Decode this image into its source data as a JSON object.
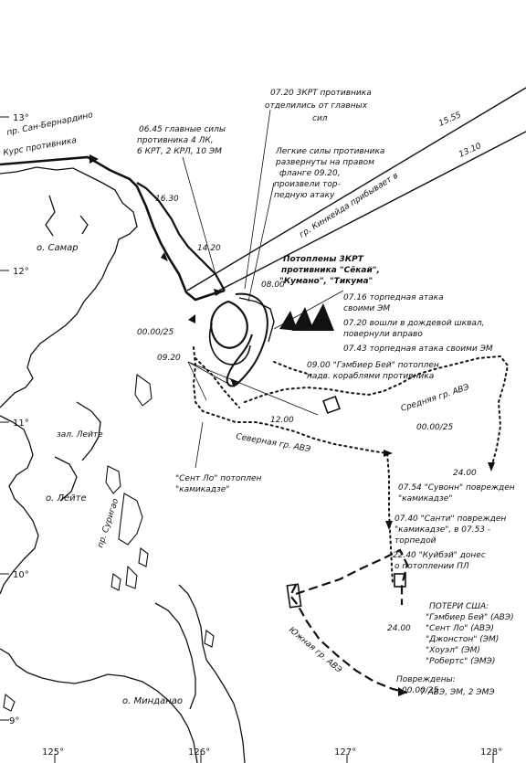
{
  "title": "",
  "latitudes": [
    "13°",
    "12°",
    "11°",
    "10°",
    "9°"
  ],
  "longitudes": [
    "125°",
    "126°",
    "127°",
    "128°"
  ],
  "places": {
    "samar": "о. Самар",
    "leyte": "о. Лейте",
    "leyte_gulf": "зал. Лейте",
    "mindanao": "о. Минданао",
    "surigao": "пр. Суригао",
    "san_bernardino": "пр. Сан-Бернардино",
    "enemy_course": "Курс противника"
  },
  "groups": {
    "kinkaid": "гр. Кинкейда прибывает в",
    "middle": "Средняя гр. АВЭ",
    "north": "Северная гр. АВЭ",
    "south": "Южная гр. АВЭ"
  },
  "times": {
    "t1555": "15.55",
    "t1310": "13.10",
    "t1630": "16.30",
    "t1420": "14.20",
    "t0800": "08.00",
    "t0000a": "00.00/25",
    "t0920": "09.20",
    "t1200": "12.00",
    "t0000b": "00.00/25",
    "t2400a": "24.00",
    "t2400b": "24.00",
    "t0000c": "00.00/25"
  },
  "notes": {
    "main_forces": [
      "06.45 главные силы",
      "противника 4 ЛК,",
      "6 КРТ, 2 КРЛ, 10 ЭМ"
    ],
    "detached": [
      "07.20 3КРТ противника",
      "отделились от главных",
      "сил"
    ],
    "light_forces": [
      "Легкие силы противника",
      "развернуты на правом",
      "фланге 09.20,",
      "произвели тор-",
      "педную атаку"
    ],
    "sunk_cruisers": [
      "Потоплены 3КРТ",
      "противника \"Сёкай\",",
      "\"Кумано\", \"Тикума\""
    ],
    "at0716": [
      "07.16 торпедная атака",
      "своими ЭМ"
    ],
    "at0720": [
      "07.20 вошли в дождевой шквал,",
      "повернули вправо"
    ],
    "at0743": [
      "07.43 торпедная атака своими ЭМ"
    ],
    "gambier": [
      "09.00 \"Гэмбиер Бей\" потоплен",
      "надв. кораблями противника"
    ],
    "stlo": [
      "\"Сент Ло\" потоплен",
      "\"камикадзе\""
    ],
    "suwannee": [
      "07.54 \"Сувонн\" поврежден",
      "\"камикадзе\""
    ],
    "santee": [
      "07.40 \"Санти\" поврежден",
      "\"камикадзе\", в 07.53 -",
      "торпедой"
    ],
    "kitkun": [
      "22.40 \"Куйбэй\" донес",
      "о потоплении ПЛ"
    ]
  },
  "losses": {
    "title": "ПОТЕРИ США:",
    "items": [
      "\"Гэмбиер Бей\" (АВЭ)",
      "\"Сент Ло\" (АВЭ)",
      "\"Джонстон\" (ЭМ)",
      "\"Хоуэл\" (ЭМ)",
      "\"Робертс\" (ЭМЭ)"
    ],
    "damaged_title": "Повреждены:",
    "damaged": "7 АВЭ, ЭМ, 2 ЭМЭ"
  },
  "colors": {
    "ink": "#111111",
    "paper": "#ffffff"
  }
}
